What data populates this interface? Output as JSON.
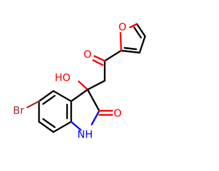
{
  "molecule": {
    "atoms": {
      "br": {
        "symbol": "Br",
        "color": "#a52a2a"
      },
      "oh": {
        "symbol": "HO",
        "color": "#ff0000"
      },
      "o_ketone": {
        "symbol": "O",
        "color": "#ff0000"
      },
      "o_furan": {
        "symbol": "O",
        "color": "#ff0000"
      },
      "o_lactam": {
        "symbol": "O",
        "color": "#ff0000"
      },
      "nh": {
        "symbol": "NH",
        "color": "#0000ff"
      }
    },
    "bond_color": "#000000"
  }
}
